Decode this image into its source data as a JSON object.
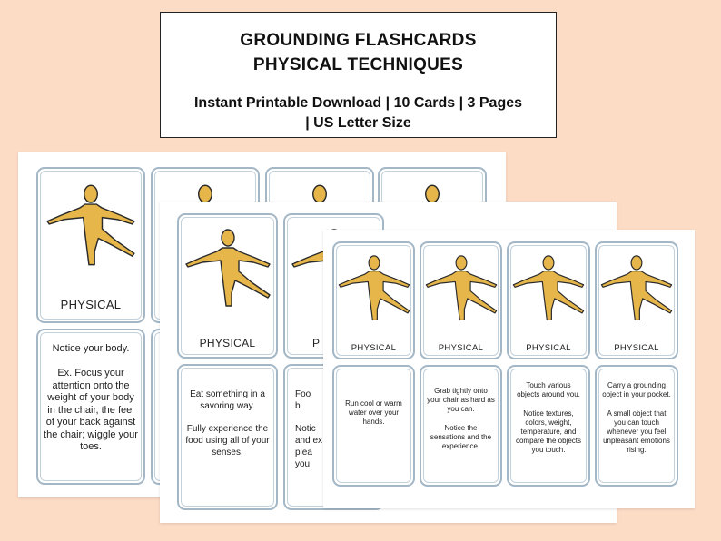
{
  "header": {
    "title_line1": "GROUNDING FLASHCARDS",
    "title_line2": "PHYSICAL TECHNIQUES",
    "subtitle_line1": "Instant Printable Download | 10 Cards | 3 Pages",
    "subtitle_line2": "| US Letter Size"
  },
  "card_label": "PHYSICAL",
  "sheet1": {
    "label": "PHYSICAL",
    "text": "Notice your body.\n\nEx. Focus your attention onto the weight of your body in the chair, the feel of your back against the chair; wiggle your toes."
  },
  "sheet2": {
    "label": "PHYSICAL",
    "text": "Eat something in a savoring way.\n\nFully experience the food using all of your senses.",
    "peek_label": "P",
    "peek_text": "Foo\nb\n\nNotic\nand ex\nplea\nyou"
  },
  "sheet3": {
    "cards": [
      {
        "label": "PHYSICAL",
        "text": "Run cool or warm water over your hands."
      },
      {
        "label": "PHYSICAL",
        "text": "Grab tightly onto your chair as hard as you can.\n\nNotice the sensations and the experience."
      },
      {
        "label": "PHYSICAL",
        "text": "Touch various objects around you.\n\nNotice textures, colors, weight, temperature, and compare the objects you touch."
      },
      {
        "label": "PHYSICAL",
        "text": "Carry a grounding object in your pocket.\n\nA small object that you can touch whenever you feel unpleasant emotions rising."
      }
    ]
  },
  "colors": {
    "figure_fill": "#e6b64a",
    "figure_stroke": "#2a2a2a",
    "card_border": "#a3b7c6",
    "background": "#fddcc6"
  }
}
